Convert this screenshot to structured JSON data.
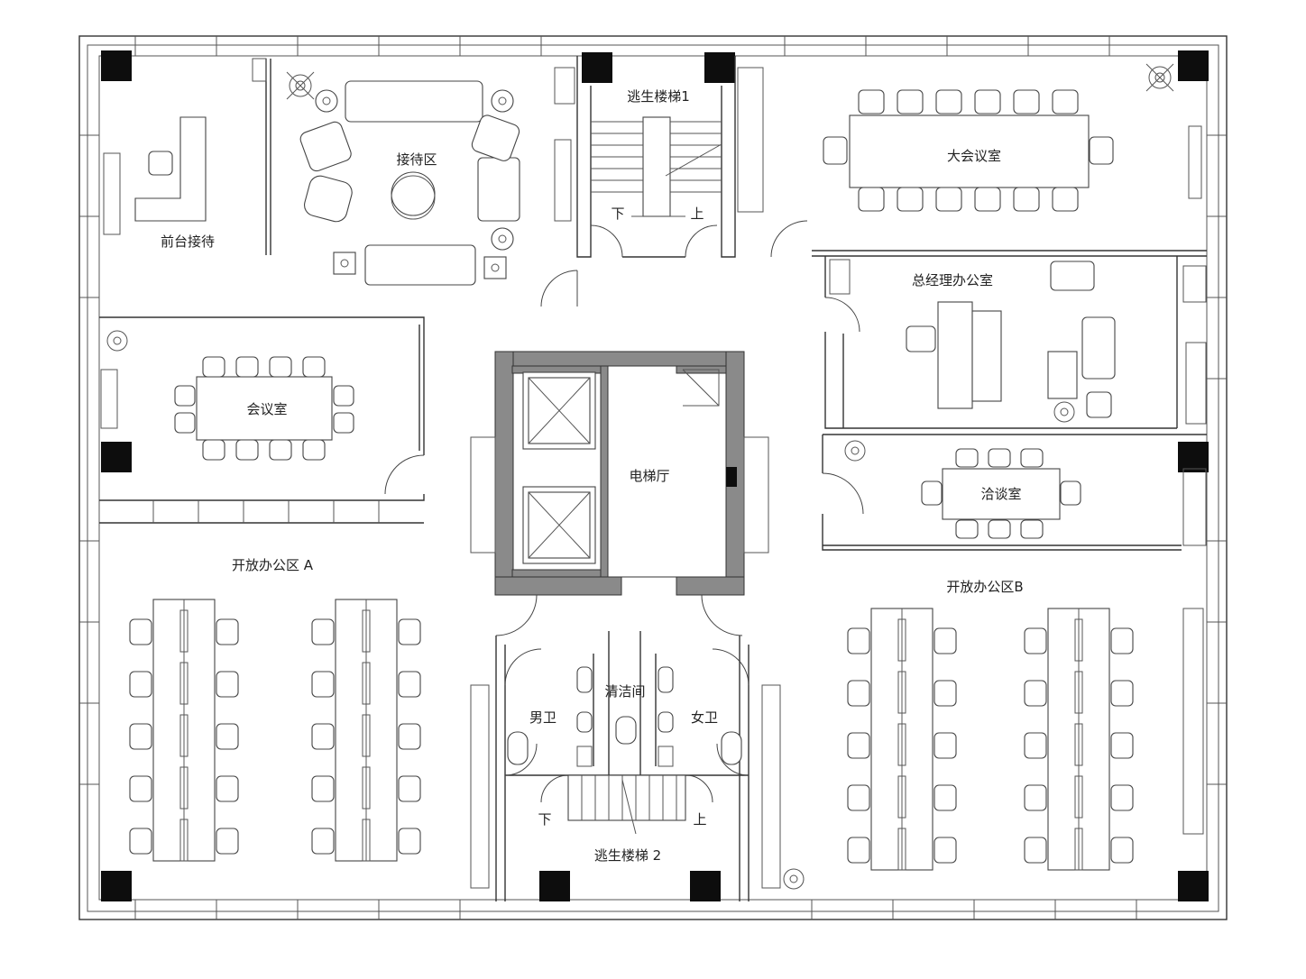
{
  "rooms": {
    "stair1": "逃生楼梯1",
    "reception_lounge": "接待区",
    "front_desk": "前台接待",
    "big_meeting": "大会议室",
    "gm_office": "总经理办公室",
    "meeting": "会议室",
    "elevator_hall": "电梯厅",
    "negotiation": "洽谈室",
    "open_office_a": "开放办公区 A",
    "open_office_b": "开放办公区B",
    "cleaning_room": "清洁间",
    "men_wc": "男卫",
    "women_wc": "女卫",
    "stair2": "逃生楼梯 2"
  },
  "stair_marks": {
    "down": "下",
    "up": "上"
  }
}
